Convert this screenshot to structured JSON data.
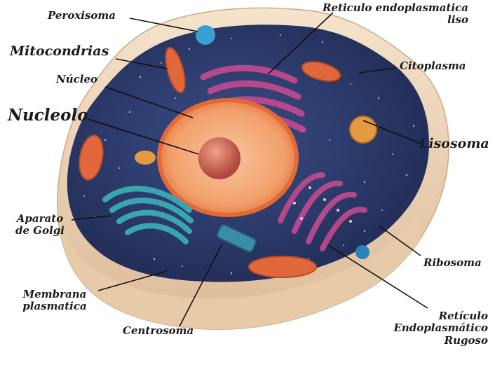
{
  "labels": {
    "peroxisoma": "Peroxisoma",
    "reticulo_liso_1": "Reticulo endoplasmatica",
    "reticulo_liso_2": "liso",
    "mitocondrias": "Mitocondrias",
    "nucleo": "Núcleo",
    "citoplasma": "Citoplasma",
    "nucleolo": "Nucleolo",
    "lisosoma": "Lisosoma",
    "aparato_golgi_1": "Aparato",
    "aparato_golgi_2": "de Golgi",
    "ribosoma": "Ribosoma",
    "membrana_1": "Membrana",
    "membrana_2": "plasmatica",
    "centrosoma": "Centrosoma",
    "reticulo_rugoso_1": "Retículo",
    "reticulo_rugoso_2": "Endoplasmático",
    "reticulo_rugoso_3": "Rugoso"
  },
  "colors": {
    "membrane": "#f0d9bf",
    "membrane_shadow": "#d9b896",
    "cytoplasm": "#2c3c6e",
    "nucleus": "#f08a55",
    "nucleolus": "#c9584a",
    "golgi": "#3aa5b0",
    "reticulum": "#c24a8f",
    "mitochondria": "#e0683a",
    "lysosome": "#e39a40",
    "peroxisome": "#3a9fd2",
    "leader_line": "#111111"
  }
}
